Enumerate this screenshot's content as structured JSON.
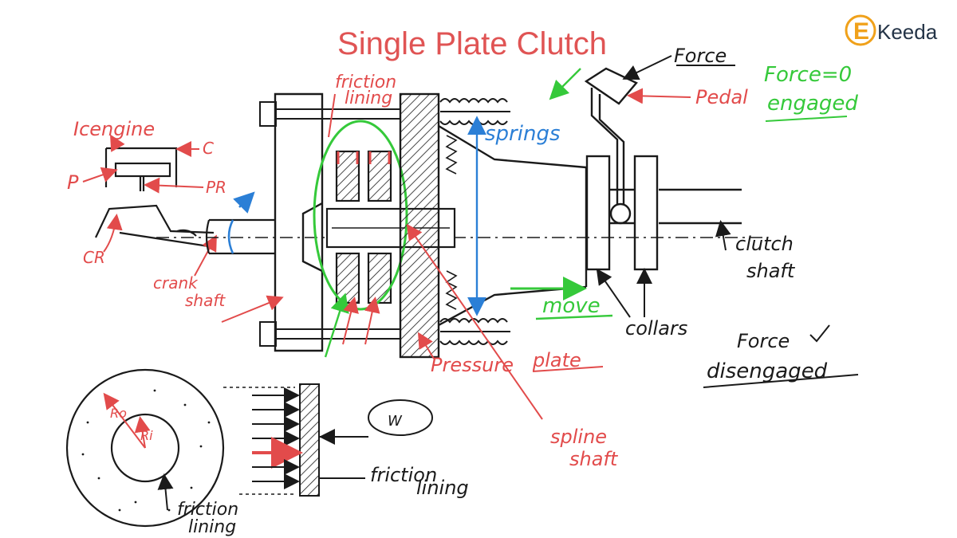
{
  "title": "Single Plate Clutch",
  "logo": {
    "letter": "E",
    "word": "Keeda",
    "accent": "#f0a11a",
    "text_color": "#243447"
  },
  "colors": {
    "title": "#e05454",
    "red_ink": "#e24b4b",
    "black_ink": "#1a1a1a",
    "green_ink": "#35c93a",
    "blue_ink": "#2b7fd6"
  },
  "labels": {
    "ic_engine": "Icengine",
    "c": "C",
    "p": "P",
    "pr": "PR",
    "cr": "CR",
    "crank_shaft_1": "crank",
    "crank_shaft_2": "shaft",
    "friction_lining_top_1": "friction",
    "friction_lining_top_2": "lining",
    "springs": "springs",
    "force_top": "Force",
    "pedal": "Pedal",
    "force_engaged_1": "Force=0",
    "force_engaged_2": "engaged",
    "move": "move",
    "collars": "collars",
    "clutch_shaft_1": "clutch",
    "clutch_shaft_2": "shaft",
    "pressure_plate_1": "Pressure",
    "pressure_plate_2": "plate",
    "spline_shaft_1": "spline",
    "spline_shaft_2": "shaft",
    "force_disengaged_1": "Force",
    "force_disengaged_2": "disengaged",
    "friction_lining_mid_1": "friction",
    "friction_lining_mid_2": "lining",
    "friction_lining_bot_1": "friction",
    "friction_lining_bot_2": "lining",
    "ro": "Ro",
    "ri": "Ri",
    "w": "W"
  }
}
